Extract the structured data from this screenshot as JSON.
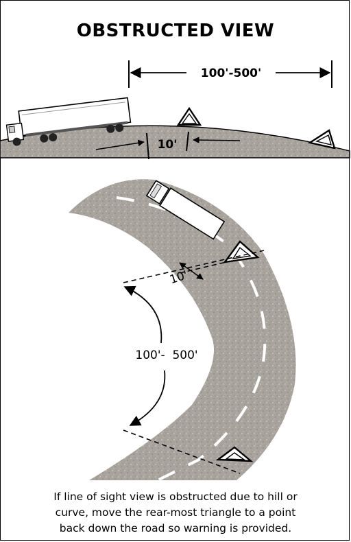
{
  "title": "OBSTRUCTED VIEW",
  "hill_scene": {
    "distance_label": "100'-500'",
    "offset_label": "10'"
  },
  "curve_scene": {
    "distance_label": "100'-  500'",
    "offset_label": "10'"
  },
  "caption_lines": [
    "If line of sight view is obstructed due to hill or",
    "curve, move the rear-most triangle to a point",
    "back down the road so warning is provided."
  ],
  "colors": {
    "road": "#a9a39e",
    "ink": "#000000"
  }
}
